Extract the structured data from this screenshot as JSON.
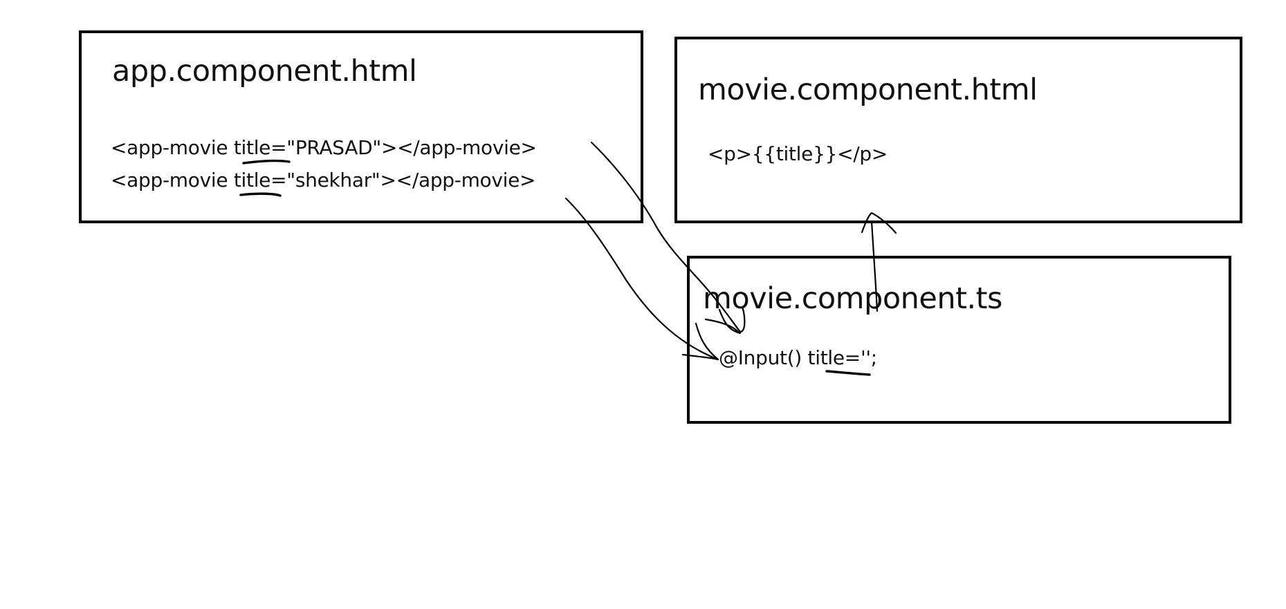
{
  "app_component": {
    "heading": "app.component.html",
    "lines": [
      "<app-movie title=\"PRASAD\"></app-movie>",
      "<app-movie title=\"shekhar\"></app-movie>"
    ]
  },
  "movie_component_html": {
    "heading": "movie.component.html",
    "line": "<p>{{title}}</p>"
  },
  "movie_component_ts": {
    "heading": "movie.component.ts",
    "line": "@Input()  title='';"
  },
  "colors": {
    "ink": "#000000",
    "background": "#ffffff"
  }
}
